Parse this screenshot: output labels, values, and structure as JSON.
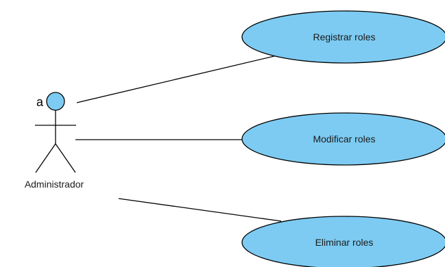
{
  "diagram": {
    "actor": {
      "name": "Administrador",
      "mark": "a"
    },
    "use_cases": [
      {
        "label": "Registrar roles"
      },
      {
        "label": "Modificar roles"
      },
      {
        "label": "Eliminar roles"
      }
    ]
  },
  "colors": {
    "use_case_fill": "#7DCBF2",
    "stroke": "#000000"
  }
}
